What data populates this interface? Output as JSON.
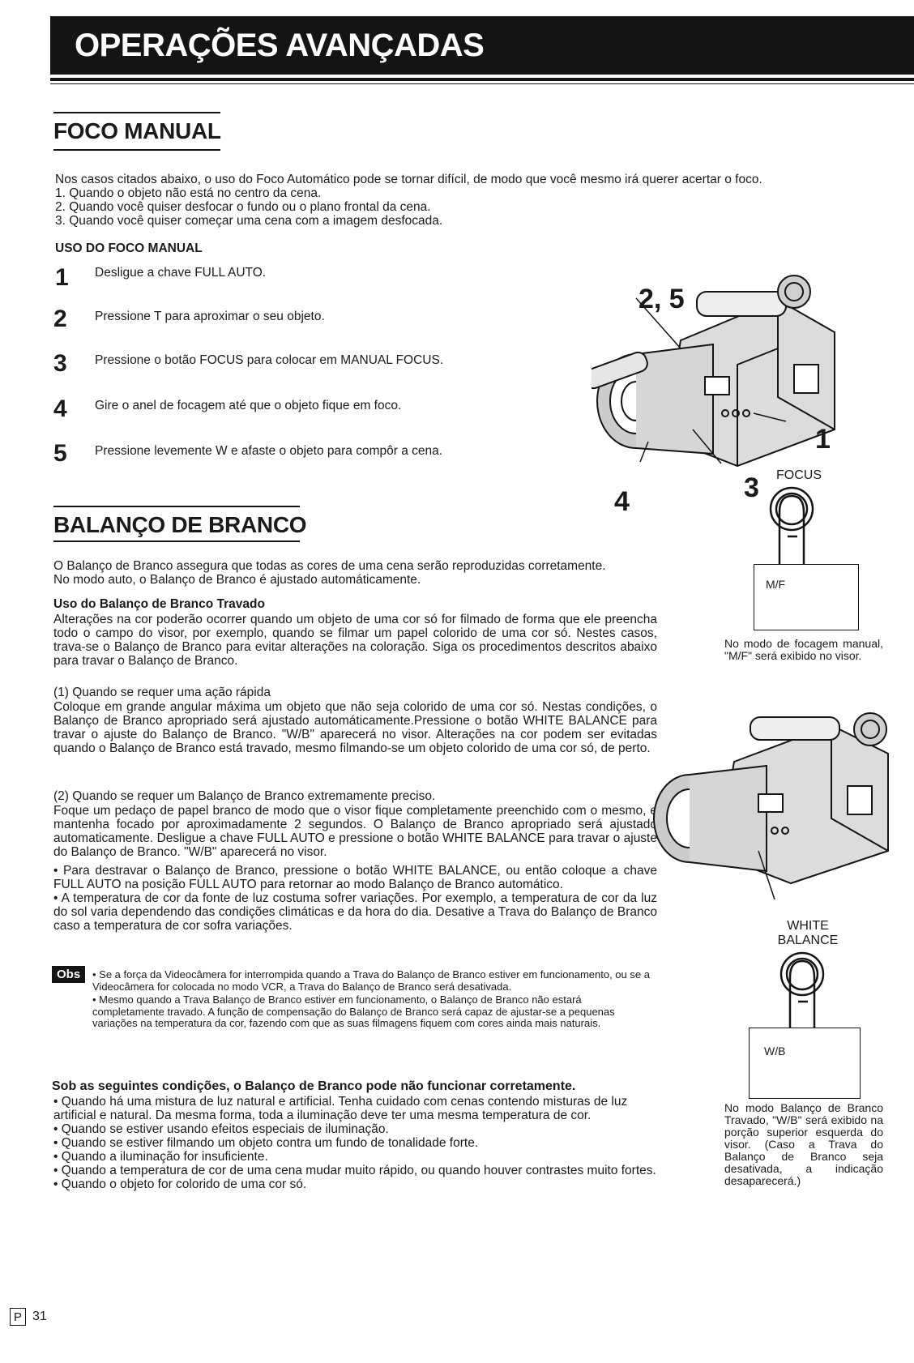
{
  "header": {
    "title": "OPERAÇÕES AVANÇADAS"
  },
  "foco": {
    "title": "FOCO MANUAL",
    "intro": "Nos casos citados abaixo, o uso do Foco Automático pode se tornar difícil, de modo que você mesmo irá querer acertar o foco.",
    "cases": [
      "1. Quando o objeto não está no centro da cena.",
      "2. Quando você quiser desfocar o fundo ou o plano frontal da cena.",
      "3. Quando você quiser começar uma cena com a imagem desfocada."
    ],
    "uso_title": "USO DO FOCO MANUAL",
    "steps": [
      {
        "num": "1",
        "text": "Desligue a chave FULL AUTO."
      },
      {
        "num": "2",
        "text": "Pressione T para aproximar o seu objeto."
      },
      {
        "num": "3",
        "text": "Pressione o botão FOCUS para colocar em MANUAL FOCUS."
      },
      {
        "num": "4",
        "text": "Gire o anel de focagem até que o objeto fique em foco."
      },
      {
        "num": "5",
        "text": "Pressione levemente W e afaste o objeto para compôr a cena."
      }
    ]
  },
  "figure1": {
    "callout_25": "2, 5",
    "callout_1": "1",
    "callout_4": "4",
    "callout_3": "3",
    "focus_label": "FOCUS",
    "screen_text": "M/F",
    "caption": "No modo de focagem manual, \"M/F\" será exibido no visor."
  },
  "balanco": {
    "title": "BALANÇO DE BRANCO",
    "intro1": "O Balanço de Branco assegura que todas as cores de uma cena serão reproduzidas corretamente.",
    "intro2": "No modo auto, o Balanço de Branco é ajustado automáticamente.",
    "travado_title": "Uso do Balanço de Branco Travado",
    "travado_text": "Alterações na cor poderão ocorrer quando um objeto de uma cor só for filmado de forma que ele preencha todo o campo do visor, por exemplo, quando se filmar um papel colorido de uma cor só. Nestes casos, trava-se o Balanço de Branco para evitar alterações na coloração. Siga os procedimentos descritos abaixo para travar o Balanço de Branco.",
    "case1_title": "(1)   Quando se requer uma ação rápida",
    "case1_text": "Coloque em grande angular máxima um objeto que não seja colorido de uma cor só. Nestas condições, o Balanço de Branco apropriado será ajustado automáticamente.Pressione o botão WHITE BALANCE para travar o ajuste do Balanço de Branco. \"W/B\" aparecerá no visor. Alterações na cor podem ser evitadas quando o Balanço de Branco está travado, mesmo filmando-se um objeto colorido de uma cor só, de perto.",
    "case2_title": "(2)   Quando se requer um Balanço de Branco extremamente preciso.",
    "case2_text": "Foque um pedaço de papel branco de modo que o visor fique completamente preenchido com o mesmo, e mantenha focado por aproximadamente 2 segundos. O Balanço de Branco apropriado será ajustado automaticamente. Desligue a chave FULL AUTO e pressione o botão WHITE BALANCE para travar o ajuste do Balanço de Branco. \"W/B\" aparecerá no visor.",
    "case2_bullets": [
      "Para destravar o Balanço de Branco, pressione o botão WHITE BALANCE, ou então coloque a chave FULL AUTO na posição FULL AUTO para retornar ao modo Balanço de Branco automático.",
      "A temperatura de cor da fonte de luz costuma sofrer variações. Por exemplo, a temperatura de cor da luz do sol varia dependendo das condições climáticas e da hora do dia. Desative a Trava do Balanço de Branco caso a temperatura de cor sofra variações."
    ],
    "obs_label": "Obs",
    "obs_items": [
      "Se a força da Videocâmera for interrompida quando a Trava do Balanço de Branco estiver em funcionamento, ou se a Videocâmera for colocada no modo VCR, a Trava do Balanço de Branco será desativada.",
      "Mesmo quando a Trava Balanço de Branco estiver em funcionamento, o Balanço de Branco não estará completamente travado. A função de compensação do Balanço de Branco será capaz de ajustar-se a pequenas variações na temperatura da cor, fazendo com que as suas filmagens fiquem com cores ainda mais naturais."
    ],
    "conditions_title": "Sob as seguintes condições, o Balanço de Branco pode não funcionar corretamente.",
    "conditions": [
      "Quando há uma mistura de luz natural e artificial. Tenha cuidado com cenas contendo misturas de luz artificial e natural. Da mesma forma, toda a iluminação deve ter uma mesma temperatura de cor.",
      "Quando se estiver usando efeitos especiais de iluminação.",
      "Quando se estiver filmando um objeto contra um fundo de tonalidade forte.",
      "Quando a iluminação for insuficiente.",
      "Quando a temperatura de cor de uma cena mudar muito rápido, ou quando houver contrastes muito fortes.",
      "Quando o objeto for colorido de uma cor só."
    ]
  },
  "figure2": {
    "button_label_1": "WHITE",
    "button_label_2": "BALANCE",
    "screen_text": "W/B",
    "caption": "No modo Balanço de Branco Travado, \"W/B\" será exibido na porção superior esquerda do visor. (Caso a Trava do Balanço de Branco seja desativada, a indicação desaparecerá.)"
  },
  "footer": {
    "page_letter": "P",
    "page_number": "31"
  }
}
